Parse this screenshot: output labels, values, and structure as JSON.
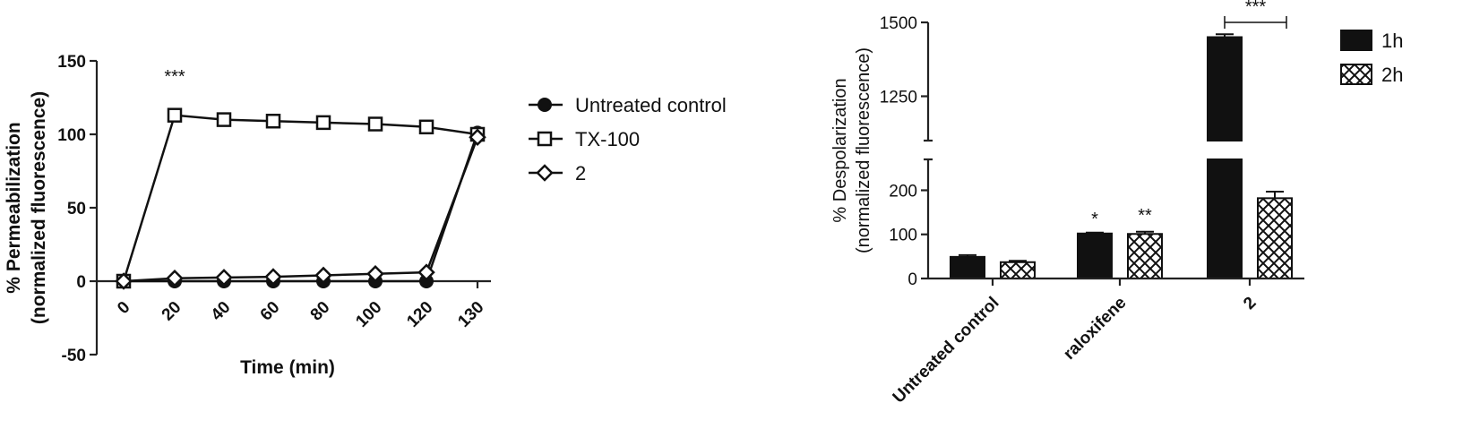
{
  "chart_data": [
    {
      "type": "line",
      "title": "",
      "xlabel": "Time (min)",
      "ylabel": "% Permeabilization",
      "ylabel2": "(normalized fluorescence)",
      "categories": [
        "0",
        "20",
        "40",
        "60",
        "80",
        "100",
        "120",
        "130"
      ],
      "yticks": [
        "-50",
        "0",
        "50",
        "100",
        "150"
      ],
      "ylim": [
        -50,
        150
      ],
      "series": [
        {
          "name": "Untreated control",
          "marker": "circle",
          "values": [
            0,
            0,
            0,
            0,
            0,
            0,
            0,
            101
          ]
        },
        {
          "name": "TX-100",
          "marker": "square",
          "values": [
            0,
            113,
            110,
            109,
            108,
            107,
            105,
            100
          ]
        },
        {
          "name": "2",
          "marker": "diamond",
          "values": [
            0,
            2,
            2.5,
            3,
            4,
            5,
            6,
            98
          ]
        }
      ],
      "annotations": [
        {
          "text": "***",
          "at": "20"
        }
      ],
      "legend_position": "right"
    },
    {
      "type": "bar",
      "title": "",
      "xlabel": "",
      "ylabel": "% Despolarization",
      "ylabel2": "(normalized fluorescence)",
      "categories": [
        "Untreated control",
        "raloxifene",
        "2"
      ],
      "yticks_lower": [
        "0",
        "100",
        "200"
      ],
      "yticks_upper": [
        "1250",
        "1500"
      ],
      "axis_break": [
        270,
        1100
      ],
      "series": [
        {
          "name": "1h",
          "fill": "solid",
          "values": [
            49,
            102,
            1450
          ],
          "errors": [
            4,
            2,
            10
          ]
        },
        {
          "name": "2h",
          "fill": "crosshatch",
          "values": [
            37,
            101,
            182
          ],
          "errors": [
            3,
            5,
            15
          ]
        }
      ],
      "annotations": [
        {
          "text": "*",
          "category": "raloxifene",
          "series": "1h"
        },
        {
          "text": "**",
          "category": "raloxifene",
          "series": "2h"
        },
        {
          "text": "***",
          "category": "2",
          "bracket": true
        }
      ],
      "legend_position": "top-right"
    }
  ]
}
